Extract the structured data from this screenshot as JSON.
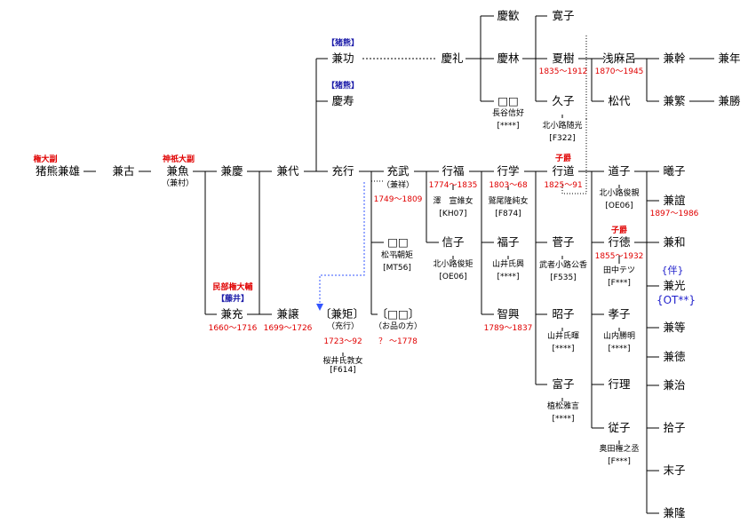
{
  "people": {
    "inokuma_kaneo": "猪熊兼雄",
    "kanefuru": "兼古",
    "kaneuo": "兼魚",
    "kanemura": "（兼村）",
    "kaneyoshi": "兼慶",
    "kanemitsu_a": "兼充",
    "kanedai": "兼代",
    "kanejo": "兼譲",
    "kanenori": "兼功",
    "keiju": "慶寿",
    "atsuyuki": "充行",
    "kaneku": "〔兼矩〕",
    "kaneku_note": "（充行）",
    "kaneku_wife": "桜井氏敦女",
    "atsutake": "充武",
    "atsutake_note": "（兼祥）",
    "matsudaira": "□□",
    "matsudaira_note": "松平朝矩",
    "matsudaira_ref": "[MT56]",
    "ohin": "〔□□〕",
    "ohin_note": "（お品の方）",
    "keirei": "慶礼",
    "keikan": "慶歓",
    "keirin": "慶林",
    "unknown1": "□□",
    "unknown1_note": "長谷信好",
    "unknown1_ref": "[****]",
    "yukifuku": "行福",
    "yukifuku_wife": "澤　宣維女",
    "yukifuku_ref": "[KH07]",
    "nobuko": "信子",
    "nobuko_h": "北小路俊矩",
    "nobuko_ref": "[OE06]",
    "yukigaku": "行学",
    "yukigaku_wife": "鷲尾隆純女",
    "yukigaku_ref": "[F874]",
    "fukuko": "福子",
    "fukuko_h": "山井氏興",
    "fukuko_ref": "[****]",
    "tomoki": "智興",
    "kanko": "寛子",
    "natsuki": "夏樹",
    "hisako": "久子",
    "hisako_h": "北小路随光",
    "hisako_ref": "[F322]",
    "yukimichi": "行道",
    "kanko2": "菅子",
    "kanko2_h": "武者小路公香",
    "kanko2_ref": "[F535]",
    "akiko": "昭子",
    "akiko_h": "山井氏暉",
    "akiko_ref": "[****]",
    "tomiko": "富子",
    "tomiko_h": "植松雅言",
    "tomiko_ref": "[****]",
    "asamaro": "浅麻呂",
    "matsuyo": "松代",
    "michiko": "道子",
    "michiko_h": "北小路俊親",
    "michiko_ref": "[OE06]",
    "yukinori": "行徳",
    "yukinori_wife": "田中テツ",
    "yukinori_ref": "[F***]",
    "takako": "孝子",
    "takako_h": "山内勝明",
    "takako_ref": "[****]",
    "yukiri": "行理",
    "juko": "従子",
    "juko_h": "奥田権之丞",
    "juko_ref": "[F***]",
    "kanemiki": "兼幹",
    "kaneshige": "兼繁",
    "kanetoshi": "兼年",
    "kanekatsu": "兼勝",
    "akiko2": "曦子",
    "kanenobu": "兼誼",
    "kanekazu": "兼和",
    "kanemitsu_b": "兼光",
    "kanemitsu_b_ref": "{OT**}",
    "kanetomo": "兼等",
    "kanenori2": "兼徳",
    "kaneji": "兼治",
    "hiroko": "拾子",
    "sueko": "末子",
    "kanetaka": "兼隆"
  },
  "titles": {
    "gon_taifuku": "権大副",
    "shingi_taifuku": "神祇大副",
    "minbu": "民部権大輔",
    "fujii_tag": "【藤井】",
    "inokuma_tag1": "【猪熊】",
    "inokuma_tag2": "【猪熊】",
    "shishaku1": "子爵",
    "shishaku2": "子爵",
    "ban_tag": "{伴}"
  },
  "dates": {
    "kanemitsu_a": "1660～1716",
    "kanejo": "1699～1726",
    "kaneku": "1723～92",
    "atsutake": "1749～1809",
    "ohin": "？ ～1778",
    "yukifuku": "1774～1835",
    "yukigaku": "1803～68",
    "tomoki": "1789～1837",
    "natsuki": "1835～1912",
    "yukimichi": "1825～91",
    "asamaro": "1870～1945",
    "yukinori": "1855～1932",
    "kanenobu": "1897～1986"
  },
  "colors": {
    "line": "#000000",
    "red": "#e00000",
    "blue": "#1a1aa8",
    "link": "#3355ff"
  }
}
